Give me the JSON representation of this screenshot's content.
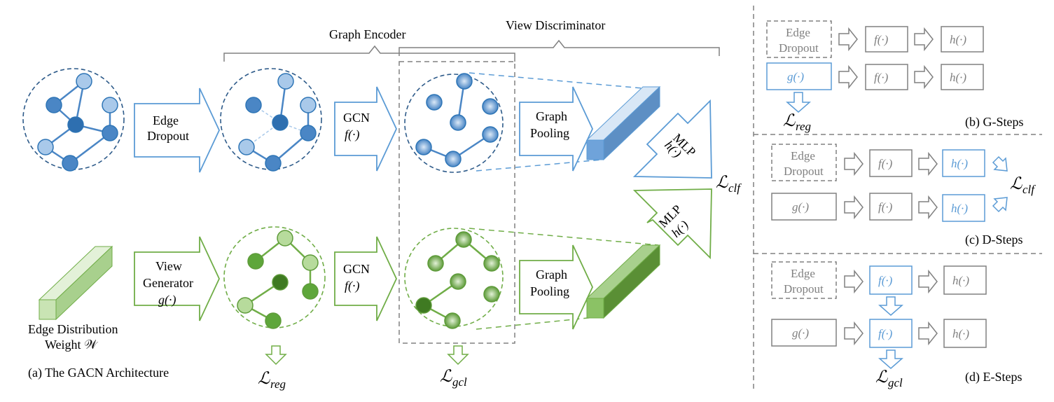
{
  "colors": {
    "blue": "#5b9bd5",
    "blue_dark": "#2e75b6",
    "blue_node_light": "#a9c9ea",
    "green": "#70ad47",
    "green_dark": "#4e8a2c",
    "green_node_light": "#b7db9c",
    "gray": "#808080"
  },
  "panel_a": {
    "caption": "(a) The GACN Architecture",
    "brace_graph_encoder": "Graph Encoder",
    "brace_view_discriminator": "View Discriminator",
    "edge_dropout_arrow": [
      "Edge",
      "Dropout"
    ],
    "gcn_top": [
      "GCN",
      "f(·)"
    ],
    "gcn_bottom": [
      "GCN",
      "f(·)"
    ],
    "graph_pooling_top": [
      "Graph",
      "Pooling"
    ],
    "graph_pooling_bottom": [
      "Graph",
      "Pooling"
    ],
    "view_generator_arrow": [
      "View",
      "Generator",
      "g(·)"
    ],
    "edge_weight_label": [
      "Edge Distribution",
      "Weight 𝒲"
    ],
    "mlp_top": [
      "MLP",
      "h(·)"
    ],
    "mlp_bottom": [
      "MLP",
      "h(·)"
    ],
    "loss_reg": "ℒ",
    "loss_reg_sub": "reg",
    "loss_gcl": "ℒ",
    "loss_gcl_sub": "gcl",
    "loss_clf": "ℒ",
    "loss_clf_sub": "clf"
  },
  "panel_b": {
    "caption": "(b) G-Steps",
    "row1": [
      "Edge",
      "Dropout",
      "f(·)",
      "h(·)"
    ],
    "row2": [
      "g(·)",
      "f(·)",
      "h(·)"
    ],
    "loss": "ℒ",
    "loss_sub": "reg"
  },
  "panel_c": {
    "caption": "(c) D-Steps",
    "row1": [
      "Edge",
      "Dropout",
      "f(·)",
      "h(·)"
    ],
    "row2": [
      "g(·)",
      "f(·)",
      "h(·)"
    ],
    "loss": "ℒ",
    "loss_sub": "clf"
  },
  "panel_d": {
    "caption": "(d) E-Steps",
    "row1": [
      "Edge",
      "Dropout",
      "f(·)",
      "h(·)"
    ],
    "row2": [
      "g(·)",
      "f(·)",
      "h(·)"
    ],
    "loss": "ℒ",
    "loss_sub": "gcl"
  }
}
